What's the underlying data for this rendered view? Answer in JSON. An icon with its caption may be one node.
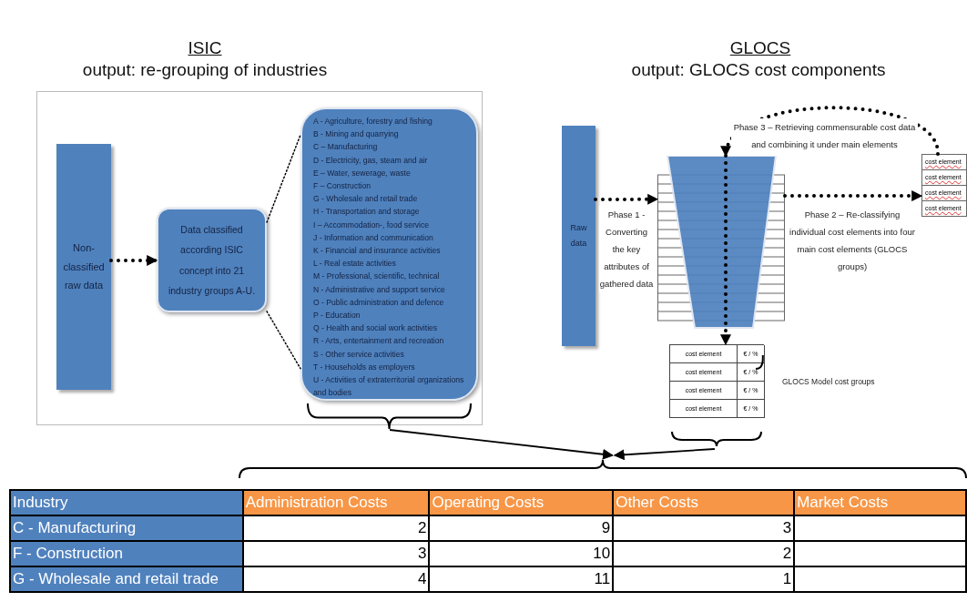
{
  "diagram": {
    "nodes": [
      {
        "text": [
          "Non-classified raw data"
        ]
      },
      {
        "text": [
          "Data classified according ISIC concept into 21 industry groups A-U."
        ]
      },
      {
        "text": [
          "A - Agriculture, forestry and fishing",
          "B - Mining and quarrying",
          "C – Manufacturing",
          "D - Electricity, gas, steam and air",
          "E – Water, sewerage, waste",
          "F – Construction",
          "G - Wholesale and retail trade",
          "H - Transportation and storage",
          "I – Accommodation-, food service",
          "J - Information and communication",
          "K - Financial and insurance activities",
          "L - Real estate activities",
          "M - Professional, scientific, technical",
          "N - Administrative and support service",
          "O - Public administration and defence",
          "P - Education",
          "Q - Health and social work activities",
          "R - Arts, entertainment and recreation",
          "S - Other service activities",
          "T - Households as employers",
          "U - Activities of extraterritorial organizations and bodies"
        ]
      },
      {
        "text": [
          "Raw data"
        ]
      },
      {
        "text": [],
        "shape": "funnel"
      },
      {
        "text": [
          "cost element",
          "cost element",
          "cost element",
          "cost element"
        ]
      },
      {
        "text": [
          "cost element",
          "€ / %",
          "cost element",
          "€ / %",
          "cost element",
          "€ / %",
          "cost element",
          "€ / %"
        ],
        "beside": [
          "GLOCS Model cost groups"
        ]
      },
      {
        "text": [
          "Industry",
          "Administration Costs",
          "Operating Costs",
          "Other Costs",
          "Market Costs",
          "C - Manufacturing",
          "2",
          "9",
          "3",
          "F - Construction",
          "3",
          "10",
          "2",
          "G - Wholesale and retail trade",
          "4",
          "11",
          "1"
        ]
      }
    ],
    "edges": [
      {
        "from": 0,
        "to": 1,
        "arrow": "to",
        "style": "dashed"
      },
      {
        "from": 1,
        "to": 2,
        "arrow": "none",
        "style": "dashed"
      },
      {
        "from": 1,
        "to": 2,
        "arrow": "none",
        "style": "dashed"
      },
      {
        "from": 3,
        "to": 4,
        "arrow": "to",
        "style": "dashed",
        "label": "Phase 1 - Converting the key attributes of gathered data"
      },
      {
        "from": 4,
        "to": 5,
        "arrow": "to",
        "style": "dashed",
        "label": "Phase 2 – Re-classifying individual cost elements into four main cost elements (GLOCS groups)"
      },
      {
        "from": 5,
        "to": 4,
        "arrow": "to",
        "style": "dashed",
        "label": "Phase 3 – Retrieving commensurable cost data and combining it under main elements"
      },
      {
        "from": 4,
        "to": 6,
        "arrow": "to",
        "style": "dashed"
      },
      {
        "from": 2,
        "to": 7,
        "arrow": "to"
      },
      {
        "from": 6,
        "to": 7,
        "arrow": "to"
      }
    ],
    "labels": [
      "ISIC",
      "output: re-grouping of industries",
      "GLOCS",
      "output: GLOCS cost components"
    ]
  }
}
